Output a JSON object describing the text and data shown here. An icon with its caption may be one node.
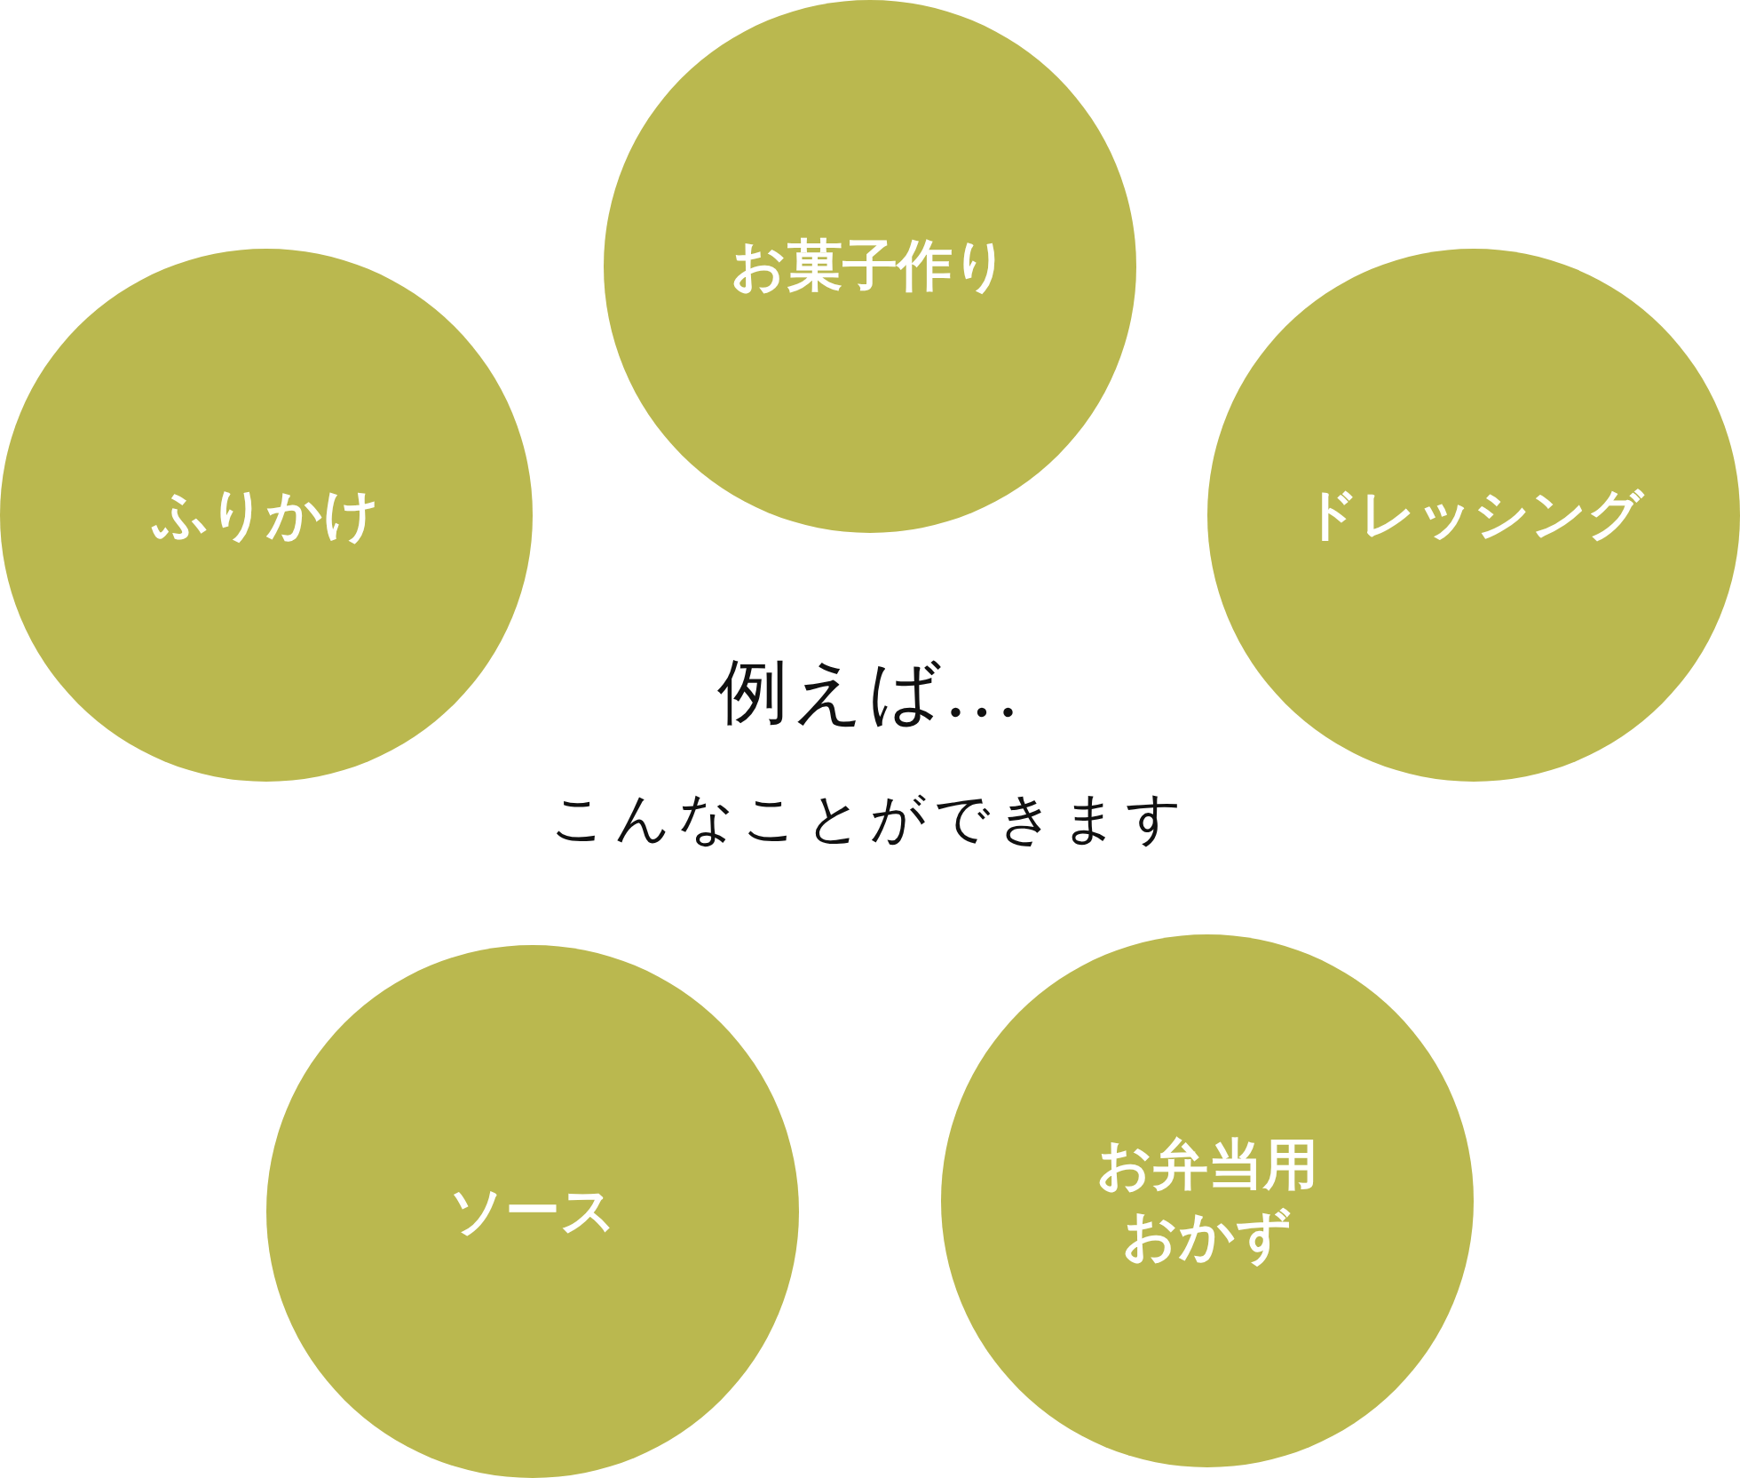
{
  "diagram": {
    "nodes": [
      {
        "text": [
          "お菓子作り"
        ]
      },
      {
        "text": [
          "ふりかけ"
        ]
      },
      {
        "text": [
          "ドレッシング"
        ]
      },
      {
        "text": [
          "ソース"
        ]
      },
      {
        "text": [
          "お弁当用おかず"
        ]
      }
    ],
    "labels": [
      "例えば...",
      "こんなことができます"
    ]
  }
}
